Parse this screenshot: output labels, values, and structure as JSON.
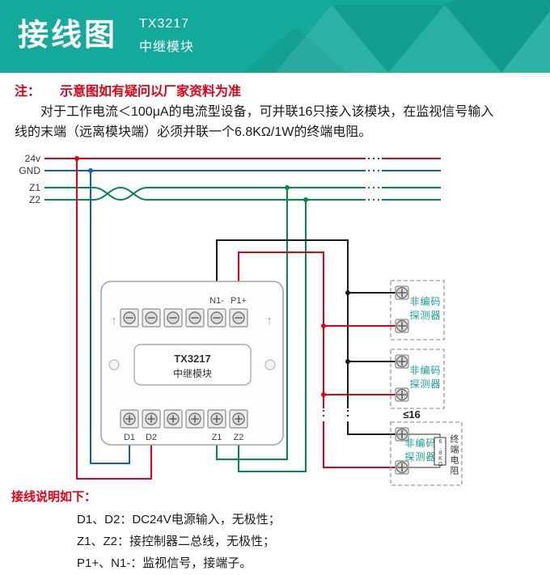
{
  "colors": {
    "header_teal": "#13A99B",
    "wire_red": "#E60012",
    "wire_blue": "#1060AE",
    "wire_green": "#008A43",
    "wire_black": "#1A1A1A",
    "note_red": "#E60012",
    "detector_text_teal": "#11A193"
  },
  "header": {
    "title": "接线图",
    "model": "TX3217",
    "subtitle": "中继模块"
  },
  "note": {
    "prefix": "注：",
    "text": "示意图如有疑问以厂家资料为准"
  },
  "description_lines": [
    "对于工作电流＜100μA的电流型设备，可并联16只接入该模块，在监视信号输入",
    "线的末端（远离模块端）必须并联一个6.8KΩ/1W的终端电阻。"
  ],
  "diagram": {
    "bus_labels": [
      "24v",
      "GND",
      "Z1",
      "Z2"
    ],
    "module": {
      "model": "TX3217",
      "name": "中继模块",
      "arrow": "↑",
      "top_terminal_labels": [
        "N1-",
        "P1+"
      ],
      "bottom_terminal_labels": [
        "D1",
        "D2",
        "Z1",
        "Z2"
      ]
    },
    "detector": {
      "name_line1": "非编码",
      "name_line2": "探测器",
      "max_count": "≤16",
      "resistor_value": "6.8KΩ",
      "resistor_label": "终端电阻"
    }
  },
  "footer": {
    "heading": "接线说明如下：",
    "items": [
      "D1、D2：DC24V电源输入，无极性；",
      "Z1、Z2：接控制器二总线，无极性；",
      "P1+、N1-：监视信号，接端子。"
    ]
  }
}
